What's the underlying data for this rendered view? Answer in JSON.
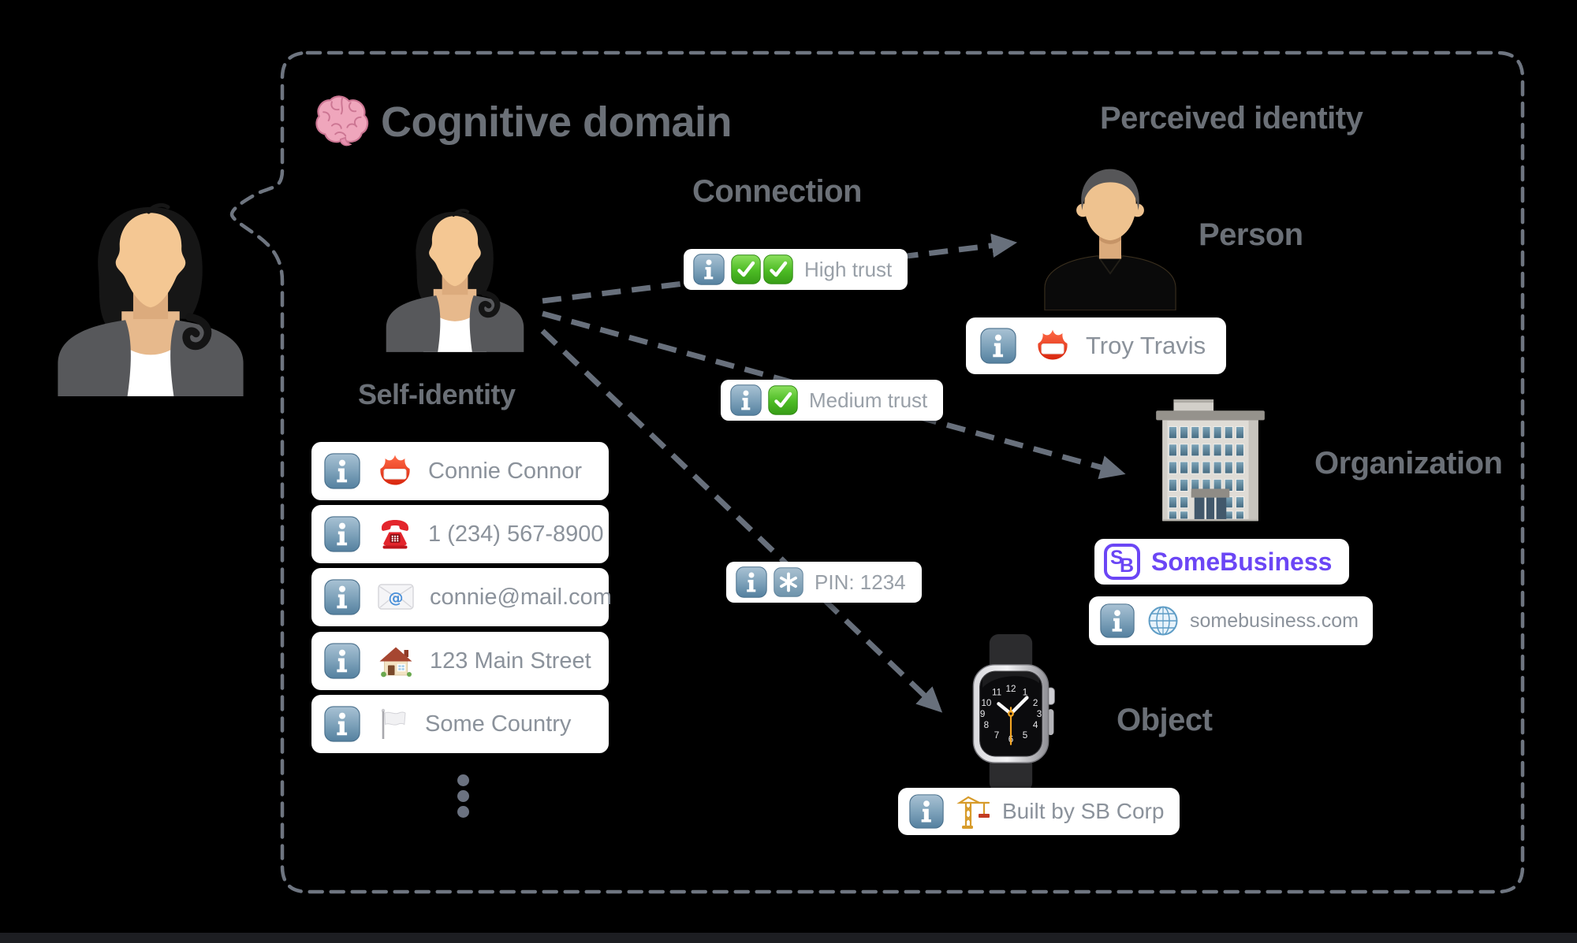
{
  "header": {
    "icon": "brain-icon",
    "title": "Cognitive domain"
  },
  "self_identity": {
    "label": "Self-identity",
    "avatar": "woman-avatar",
    "cards": [
      {
        "icon": "info-icon",
        "type_icon": "name-badge-icon",
        "value": "Connie Connor"
      },
      {
        "icon": "info-icon",
        "type_icon": "telephone-icon",
        "value": "1 (234) 567-8900"
      },
      {
        "icon": "info-icon",
        "type_icon": "email-icon",
        "value": "connie@mail.com"
      },
      {
        "icon": "info-icon",
        "type_icon": "house-icon",
        "value": "123 Main Street"
      },
      {
        "icon": "info-icon",
        "type_icon": "flag-icon",
        "value": "Some Country"
      }
    ],
    "more_indicator": "vertical-ellipsis"
  },
  "connection": {
    "label": "Connection",
    "badges": [
      {
        "icon": "info-icon",
        "trust_icons": [
          "check-icon",
          "check-icon"
        ],
        "value": "High trust"
      },
      {
        "icon": "info-icon",
        "trust_icons": [
          "check-icon"
        ],
        "value": "Medium trust"
      },
      {
        "icon": "info-icon",
        "trust_icons": [
          "keycap-asterisk-icon"
        ],
        "value": "PIN: 1234"
      }
    ]
  },
  "perceived_identity": {
    "label": "Perceived identity",
    "person": {
      "label": "Person",
      "avatar": "man-avatar",
      "card": {
        "icon": "info-icon",
        "type_icon": "name-badge-icon",
        "value": "Troy Travis"
      }
    },
    "organization": {
      "label": "Organization",
      "building_icon": "office-building-icon",
      "logo": {
        "letters": [
          "S",
          "B"
        ],
        "color": "#6b46f5"
      },
      "name": "SomeBusiness",
      "website_card": {
        "icon": "info-icon",
        "type_icon": "globe-icon",
        "value": "somebusiness.com"
      }
    },
    "object": {
      "label": "Object",
      "watch_icon": "watch-icon",
      "clock_numbers": [
        "12",
        "1",
        "2",
        "3",
        "4",
        "5",
        "6",
        "7",
        "8",
        "9",
        "10",
        "11"
      ],
      "card": {
        "icon": "info-icon",
        "type_icon": "crane-icon",
        "value": "Built by SB Corp"
      }
    }
  },
  "colors": {
    "background": "#000000",
    "heading_gray": "#6b7077",
    "card_text_gray": "#8b929b",
    "badge_text_gray": "#99a0a8",
    "dash_gray": "#6e7580",
    "brand_purple": "#6b46f5",
    "check_green": "#4cbb24",
    "info_blue": "#7fa3bb",
    "second_hand_orange": "#f5a623"
  }
}
